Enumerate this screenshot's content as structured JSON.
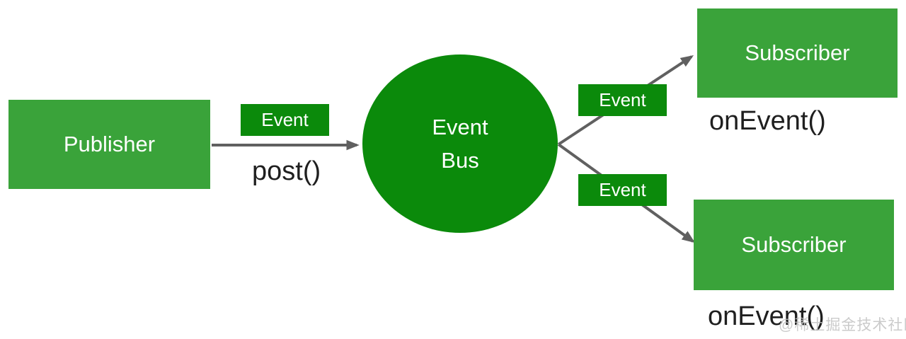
{
  "colors": {
    "box_green": "#3aa33a",
    "badge_green": "#0b8a0b",
    "arrow_gray": "#606060",
    "text_dark": "#1f1f1f",
    "watermark_gray": "#c2c2c2",
    "background": "#ffffff"
  },
  "diagram": {
    "publisher": {
      "label": "Publisher",
      "method": "post()"
    },
    "bus": {
      "label_line1": "Event",
      "label_line2": "Bus"
    },
    "badges": {
      "publisher_event": "Event",
      "top_event": "Event",
      "bottom_event": "Event"
    },
    "subscribers": {
      "top": {
        "label": "Subscriber",
        "method": "onEvent()"
      },
      "bottom": {
        "label": "Subscriber",
        "method": "onEvent()"
      }
    },
    "watermark": "@稀土掘金技术社区"
  }
}
